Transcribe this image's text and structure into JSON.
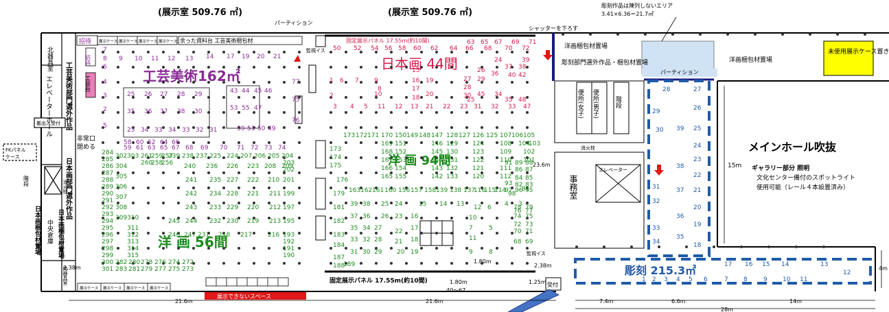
{
  "header": {
    "room_left": "(展示室 509.76 ㎡)",
    "room_right": "(展示室 509.76 ㎡)",
    "partition": "パーティション",
    "shutter": "シャッターを下ろす",
    "no_sculpture_note": "彫刻作品は陳列しないエリア",
    "no_sculpture_area": "3.41×6.36＝21.7㎡"
  },
  "left_edge": {
    "north_storage": "北器具室",
    "elevator_hall": "エレベーターホール",
    "carry_reception": "搬出入受付",
    "fk_panel": "FKパネル",
    "case": "ケース",
    "stairs": "階段",
    "fire_hydrant": "消火栓",
    "central_warehouse": "中央倉庫",
    "nihonga_packing": "日本画梱包材置場",
    "south_storage": "南器具室",
    "nihonga_packing2": "日本画梱包材置場",
    "emergency_exit": "非常口",
    "closed": "閉める"
  },
  "sections": {
    "kogei": "工芸美術162㎡",
    "nihonga": "日本画 44間",
    "yoga_right": "洋 画 94間",
    "yoga_left": "洋 画 56間",
    "chokoku": "彫刻 215.3㎡",
    "kogei_rejected": "工芸美術部門選外作品",
    "nihonga_rejected": "日本画部門選外作品",
    "shotai": "招待",
    "kogei_table": "工芸台",
    "sculpture_rejected": "彫刻部門選外作品・梱包材置場",
    "yoga_packing": "洋画梱包材置場",
    "yoga_packing2": "洋画梱包材置場",
    "unused_case": "未使用展示ケース置き場",
    "partition2": "パーティション",
    "no_display": "展示できないスペース",
    "fixed_panel_top": "固定展示パネル 17.55m(約10間)",
    "fixed_panel_bottom": "固定展示パネル 17.55m(約10間)",
    "leftover": "余った資料台 工芸美術梱包材",
    "case_label": "展示ケース",
    "surveillance": "監視イス",
    "surveillance2": "監視イス"
  },
  "rooms": {
    "toilet_f": "便所(女子)",
    "toilet_m": "便所(男子)",
    "stairs": "階段",
    "fire_hydrant": "消火栓",
    "elevator": "エレベーター",
    "office": "事務室",
    "reception": "受付"
  },
  "main_hall": {
    "title": "メインホール吹抜",
    "gallery_lighting": "ギャラリー部分 照明",
    "spotlight": "文化センター備付のスポットライト",
    "usable": "使用可能（レール４本設置済み）",
    "height": "15m"
  },
  "dimensions": {
    "d1": "21.6m",
    "d2": "21.6m",
    "d3": "7.4m",
    "d4": "6.6m",
    "d5": "14m",
    "d6": "28m",
    "d7": "2.38m",
    "d8": "2.38m",
    "d9": "1.80m",
    "d10": "1.80m",
    "d11": "40〜67",
    "d12": "1.25m",
    "d13": "23.6m",
    "d14": "4m"
  },
  "colors": {
    "kogei": "#8a2a96",
    "nihonga": "#d21a4a",
    "yoga": "#1c8a1c",
    "chokoku": "#1f5aa8",
    "yellow_box": "#ffff00",
    "light_blue": "#cfe3f5",
    "red_bar": "#e01818",
    "pink": "#e97fb9"
  }
}
